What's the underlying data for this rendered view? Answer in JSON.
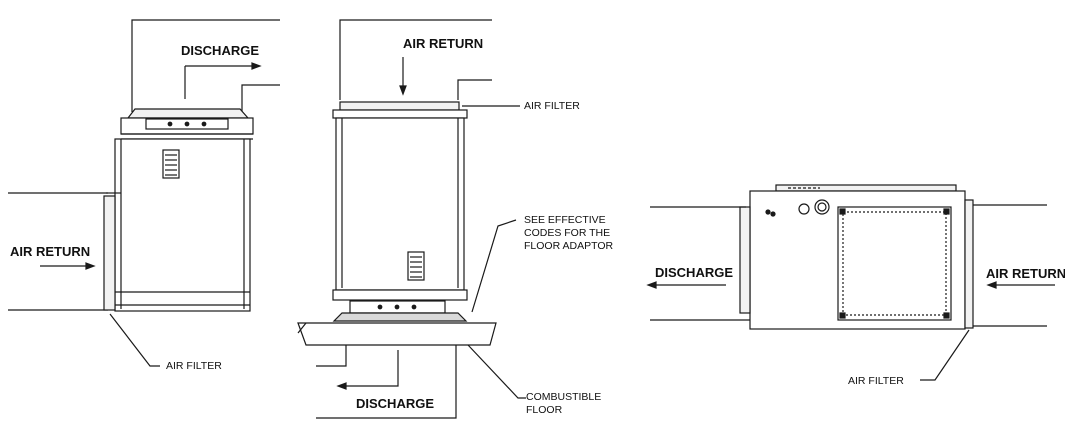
{
  "labels": {
    "left_discharge": "DISCHARGE",
    "left_air_return": "AIR RETURN",
    "left_air_filter": "AIR FILTER",
    "mid_air_return": "AIR RETURN",
    "mid_air_filter": "AIR FILTER",
    "mid_note_line1": "SEE EFFECTIVE",
    "mid_note_line2": "CODES FOR THE",
    "mid_note_line3": "FLOOR ADAPTOR",
    "mid_discharge": "DISCHARGE",
    "mid_floor_line1": "COMBUSTIBLE",
    "mid_floor_line2": "FLOOR",
    "right_discharge": "DISCHARGE",
    "right_air_return": "AIR RETURN",
    "right_air_filter": "AIR FILTER"
  },
  "colors": {
    "line": "#1a1a1a",
    "fill_light": "#f2f2f2",
    "fill_mid": "#d9d9d9"
  }
}
